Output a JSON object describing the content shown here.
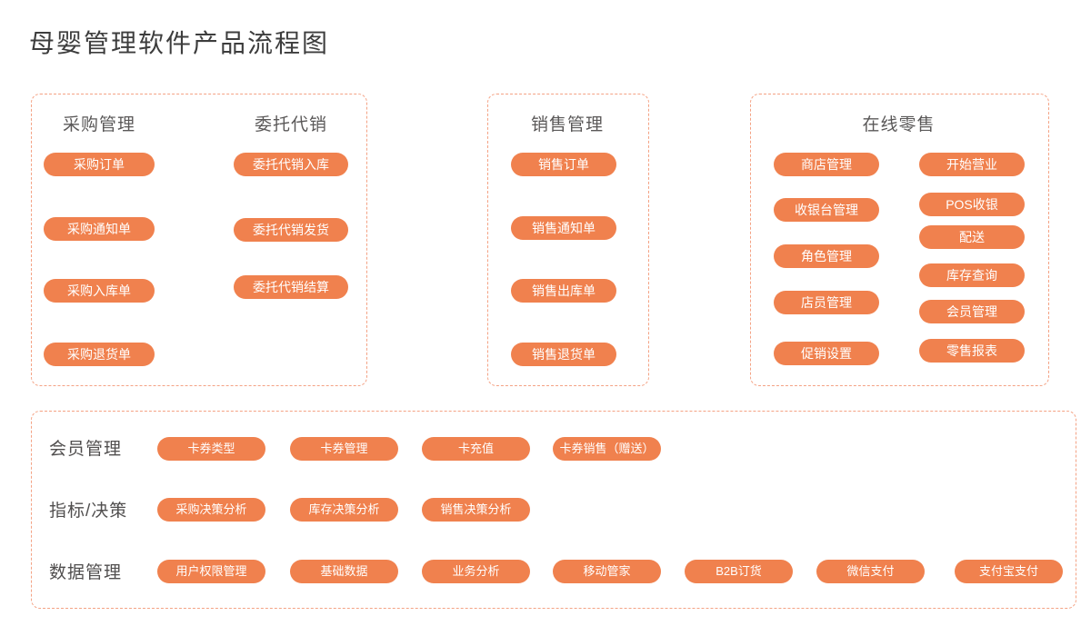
{
  "title": "母婴管理软件产品流程图",
  "colors": {
    "pill_fill": "#f0814e",
    "pill_text": "#ffffff",
    "box_border": "#f4a284",
    "title_text": "#3d3d3d",
    "header_text": "#5a5858"
  },
  "boxes": {
    "purchase": {
      "columns": [
        {
          "header": "采购管理",
          "pills": [
            "采购订单",
            "采购通知单",
            "采购入库单",
            "采购退货单"
          ]
        },
        {
          "header": "委托代销",
          "pills": [
            "委托代销入库",
            "委托代销发货",
            "委托代销结算"
          ]
        }
      ]
    },
    "sales": {
      "header": "销售管理",
      "pills": [
        "销售订单",
        "销售通知单",
        "销售出库单",
        "销售退货单"
      ]
    },
    "retail": {
      "header": "在线零售",
      "columns": [
        {
          "pills": [
            "商店管理",
            "收银台管理",
            "角色管理",
            "店员管理",
            "促销设置"
          ]
        },
        {
          "pills": [
            "开始营业",
            "POS收银",
            "配送",
            "库存查询",
            "会员管理",
            "零售报表"
          ]
        }
      ]
    },
    "bottom": {
      "rows": [
        {
          "label": "会员管理",
          "pills": [
            "卡券类型",
            "卡券管理",
            "卡充值",
            "卡券销售（赠送）"
          ]
        },
        {
          "label": "指标/决策",
          "pills": [
            "采购决策分析",
            "库存决策分析",
            "销售决策分析"
          ]
        },
        {
          "label": "数据管理",
          "pills": [
            "用户权限管理",
            "基础数据",
            "业务分析",
            "移动管家",
            "B2B订货",
            "微信支付",
            "支付宝支付"
          ]
        }
      ]
    }
  }
}
